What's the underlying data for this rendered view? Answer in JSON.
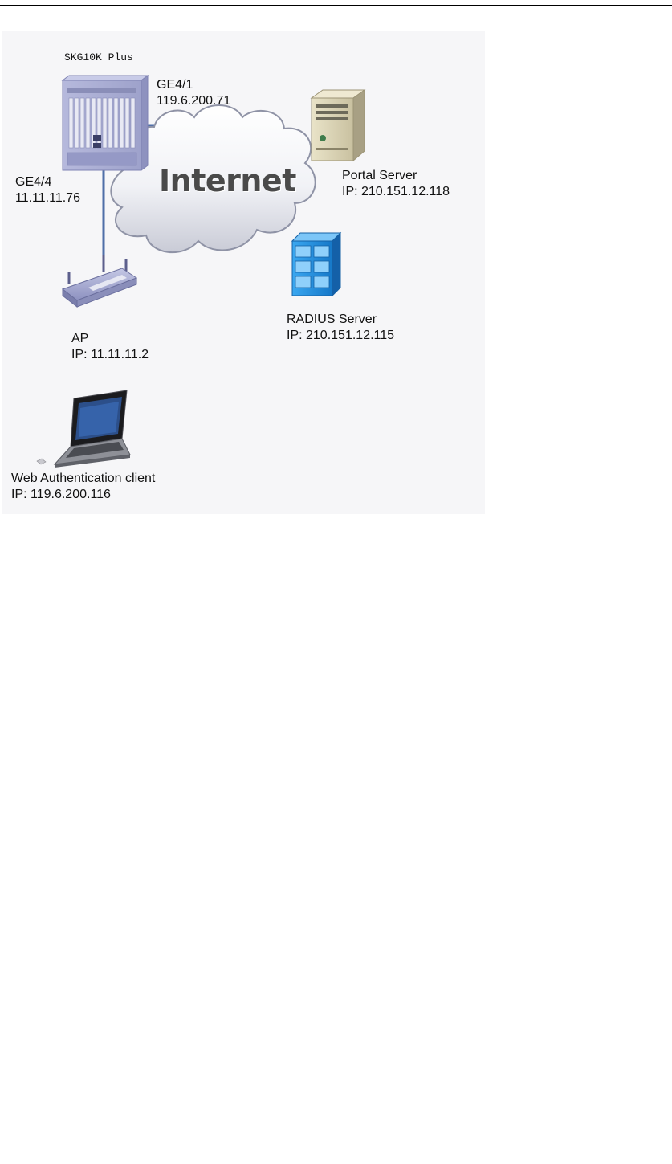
{
  "diagram": {
    "device": {
      "name": "SKG10K Plus",
      "port_uplink": "GE4/1",
      "ip_uplink": "119.6.200.71",
      "port_downlink": "GE4/4",
      "ip_downlink": "11.11.11.76"
    },
    "cloud_label": "Internet",
    "portal_server": {
      "name": "Portal  Server",
      "ip": "IP: 210.151.12.118"
    },
    "radius_server": {
      "name": "RADIUS Server",
      "ip": "IP: 210.151.12.115"
    },
    "ap": {
      "name": "AP",
      "ip": "IP: 11.11.11.2"
    },
    "client": {
      "name": "Web Authentication client",
      "ip": "IP:  119.6.200.116"
    }
  },
  "colors": {
    "link": "#4f6fa8",
    "device_frame": "#a9acd1",
    "radius_blue": "#1f8fe0",
    "background": "#f6f6f8"
  }
}
